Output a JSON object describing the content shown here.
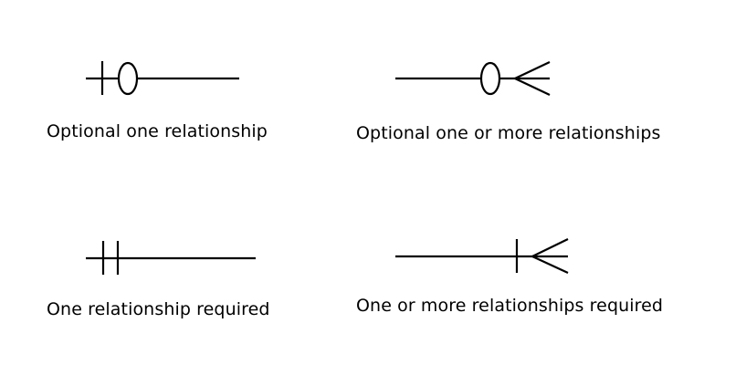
{
  "diagram": {
    "colors": {
      "stroke": "#000000",
      "background": "#ffffff"
    },
    "items": [
      {
        "label": "Optional one relationship",
        "notation": "zero-or-one"
      },
      {
        "label": "Optional one or more relationships",
        "notation": "zero-or-many"
      },
      {
        "label": "One relationship required",
        "notation": "one-and-only-one"
      },
      {
        "label": "One or more relationships required",
        "notation": "one-or-many"
      }
    ]
  }
}
